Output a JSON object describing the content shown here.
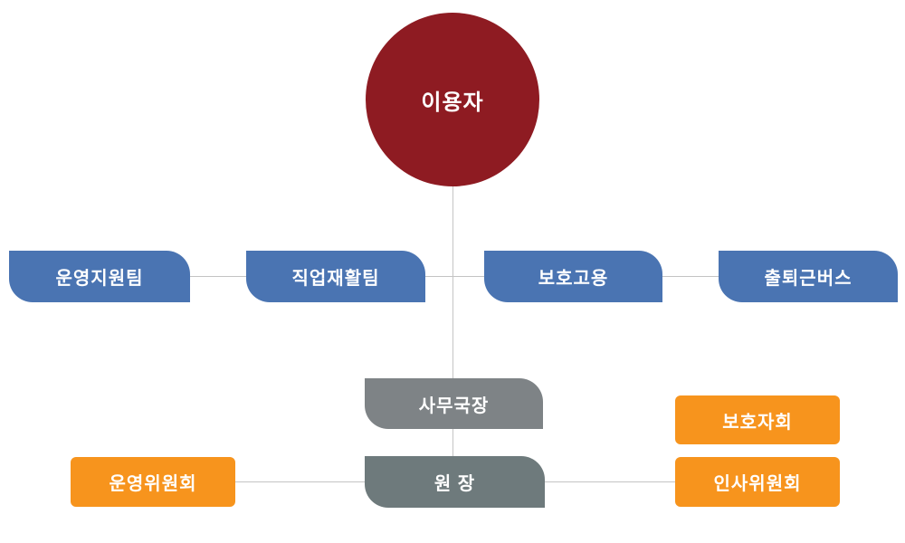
{
  "org_chart": {
    "root": {
      "label": "이용자"
    },
    "departments": [
      {
        "label": "운영지원팀"
      },
      {
        "label": "직업재활팀"
      },
      {
        "label": "보호고용"
      },
      {
        "label": "출퇴근버스"
      }
    ],
    "management": {
      "secretary_general": {
        "label": "사무국장"
      },
      "director": {
        "label": "원 장"
      }
    },
    "committees": {
      "steering": {
        "label": "운영위원회"
      },
      "guardians": {
        "label": "보호자회"
      },
      "personnel": {
        "label": "인사위원회"
      }
    },
    "colors": {
      "root_circle": "#8e1b22",
      "department_box": "#4a74b2",
      "secretary_box": "#7e8386",
      "director_box": "#6e7a7c",
      "committee_box": "#f7941d",
      "connector_line": "#c4c4c4",
      "text": "#ffffff"
    }
  }
}
